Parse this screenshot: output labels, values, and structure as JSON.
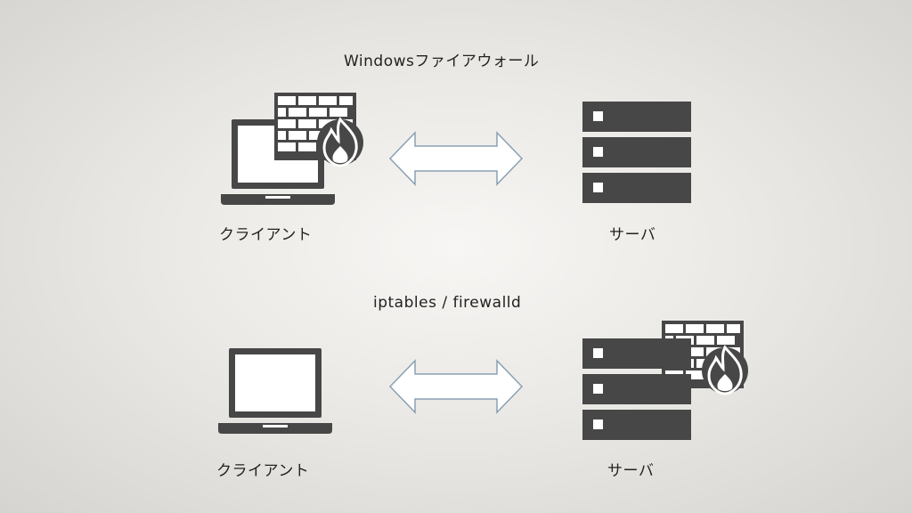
{
  "sections": [
    {
      "title": "Windowsファイアウォール",
      "client_label": "クライアント",
      "server_label": "サーバ",
      "firewall_location": "client"
    },
    {
      "title": "iptables / firewalld",
      "client_label": "クライアント",
      "server_label": "サーバ",
      "firewall_location": "server"
    }
  ],
  "colors": {
    "icon": "#474747",
    "arrow_fill": "#ffffff",
    "arrow_stroke": "#8aa0b4"
  }
}
